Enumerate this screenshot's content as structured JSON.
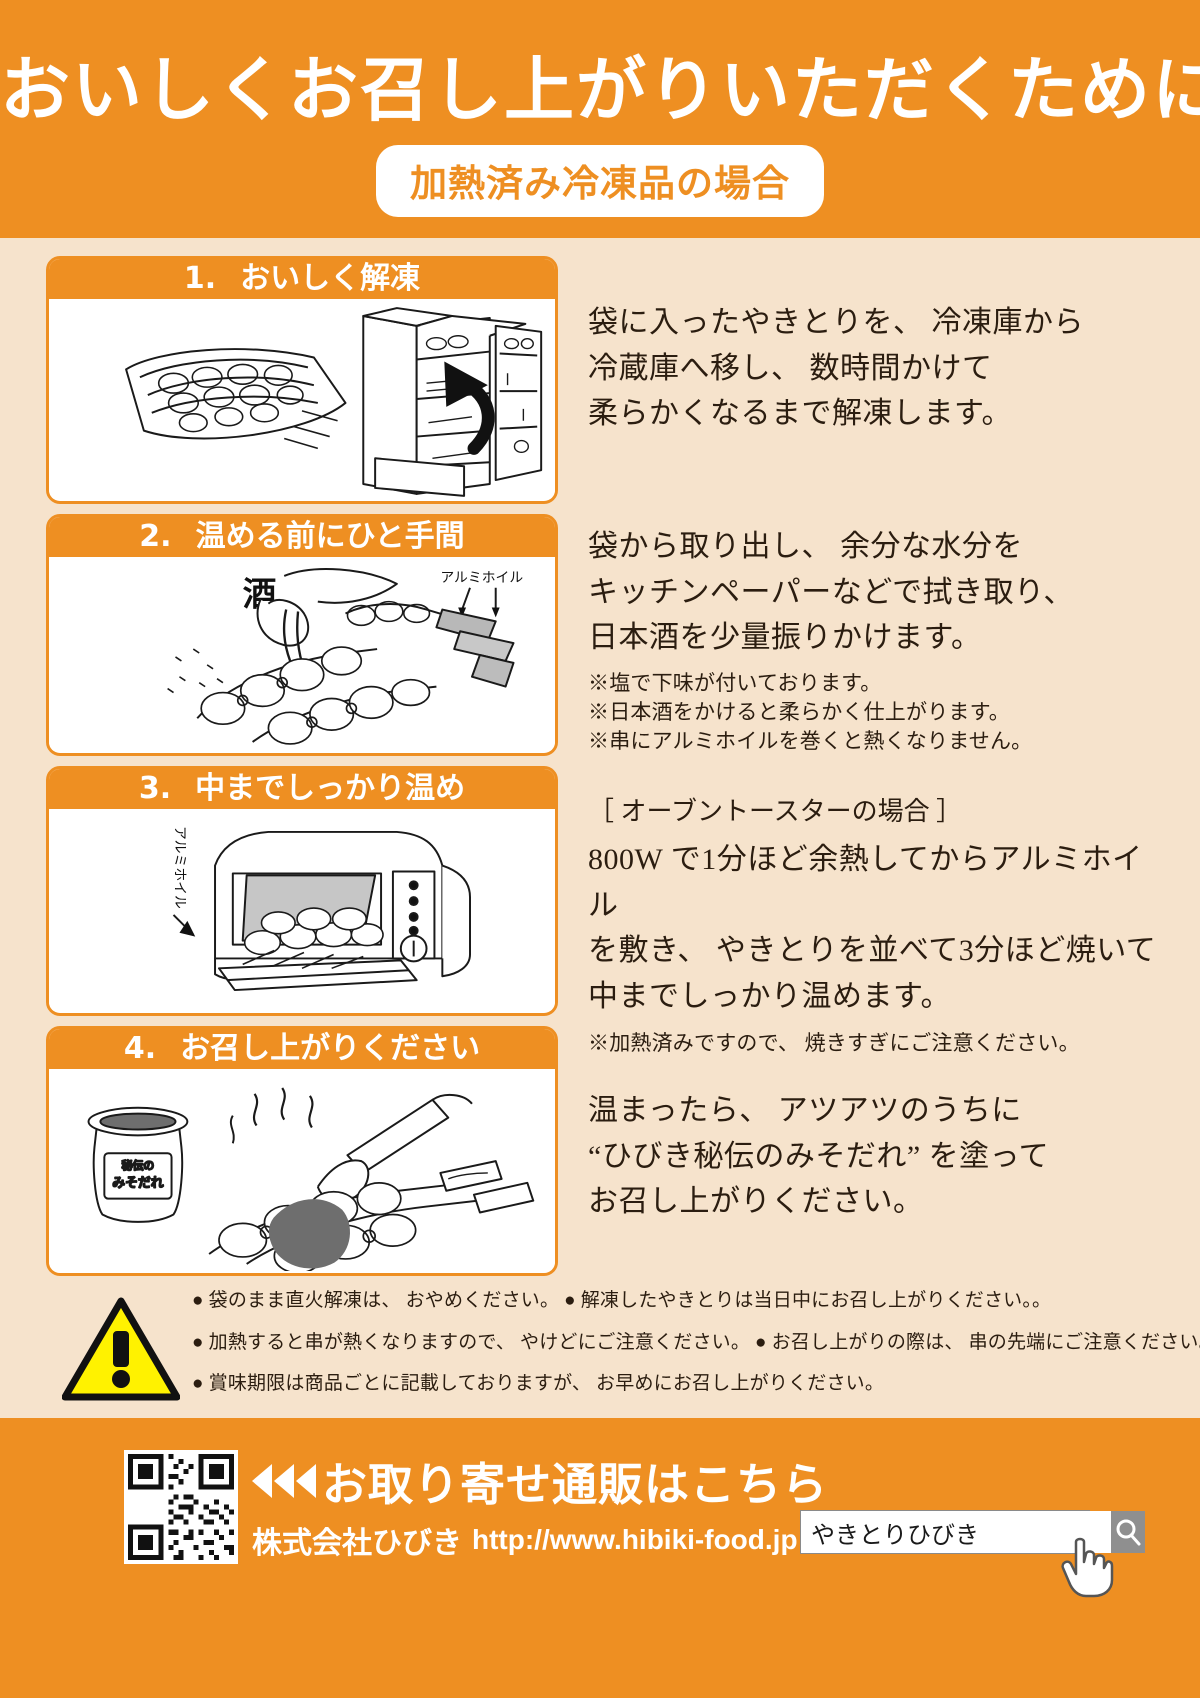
{
  "header": {
    "title": "おいしくお召し上がりいただくために",
    "badge": "加熱済み冷凍品の場合"
  },
  "steps": [
    {
      "number": "1.",
      "label": "おいしく解凍",
      "illustration": "freezer-to-fridge-illustration",
      "body": "袋に入ったやきとりを、 冷凍庫から冷蔵庫へ移し、 数時間かけて柔らかくなるまで解凍します。",
      "body_lines": [
        "袋に入ったやきとりを、 冷凍庫から",
        "冷蔵庫へ移し、 数時間かけて",
        "柔らかくなるまで解凍します。"
      ],
      "notes": []
    },
    {
      "number": "2.",
      "label": "温める前にひと手間",
      "illustration": "sake-pouring-on-skewers-illustration",
      "art_labels": [
        "酒",
        "アルミホイル"
      ],
      "body_lines": [
        "袋から取り出し、 余分な水分を",
        "キッチンペーパーなどで拭き取り、",
        "日本酒を少量振りかけます。"
      ],
      "notes": [
        "※塩で下味が付いております。",
        "※日本酒をかけると柔らかく仕上がります。",
        "※串にアルミホイルを巻くと熱くなりません。"
      ]
    },
    {
      "number": "3.",
      "label": "中までしっかり温め",
      "illustration": "oven-toaster-illustration",
      "art_labels": [
        "アルミホイル"
      ],
      "heading": "［ オーブントースターの場合 ］",
      "body_lines": [
        "800W で1分ほど余熱してからアルミホイル",
        "を敷き、 やきとりを並べて3分ほど焼いて",
        "中までしっかり温めます。"
      ],
      "notes": [
        "※加熱済みですので、 焼きすぎにご注意ください。"
      ]
    },
    {
      "number": "4.",
      "label": "お召し上がりください",
      "illustration": "miso-sauce-brushing-illustration",
      "body_lines": [
        "温まったら、 アツアツのうちに",
        "“ひびき秘伝のみそだれ” を塗って",
        "お召し上がりください。"
      ],
      "notes": []
    }
  ],
  "caution": {
    "icon": "warning-triangle-icon",
    "lines": [
      "● 袋のまま直火解凍は、 おやめください。 ● 解凍したやきとりは当日中にお召し上がりください。。",
      "● 加熱すると串が熱くなりますので、 やけどにご注意ください。 ● お召し上がりの際は、 串の先端にご注意ください。",
      "● 賞味期限は商品ごとに記載しておりますが、 お早めにお召し上がりください。"
    ]
  },
  "footer": {
    "qr_alt": "qr-code",
    "cta": "お取り寄せ通販はこちら",
    "company": "株式会社ひびき",
    "url": "http://www.hibiki-food.jp",
    "search_value": "やきとりひびき",
    "search_placeholder": "やきとりひびき",
    "search_icon": "magnifier-icon",
    "cursor_icon": "hand-pointer-icon"
  },
  "colors": {
    "orange": "#ee8f22",
    "cream": "#f6e3cc",
    "white": "#ffffff",
    "text": "#2b1d10",
    "warning_yellow": "#fff200"
  }
}
